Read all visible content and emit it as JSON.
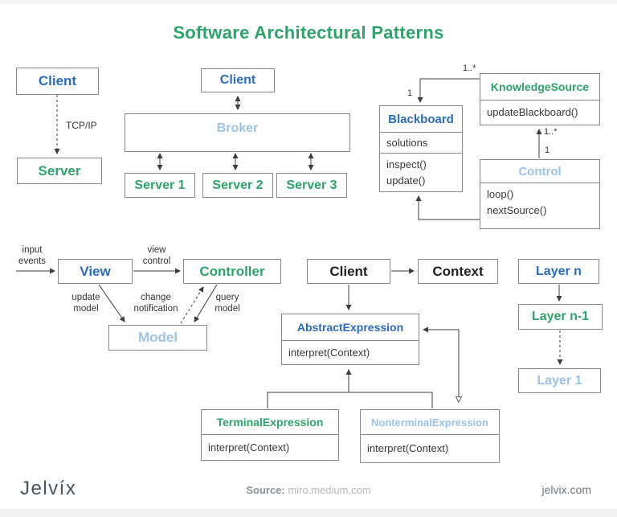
{
  "page": {
    "title": "Software Architectural Patterns"
  },
  "palette": {
    "green": "#2fa36b",
    "blue": "#2b6db8",
    "light_blue": "#9dc3e6",
    "dark_text": "#222222",
    "line": "#3d3d3d",
    "box_border": "#8a8a8a"
  },
  "patterns": {
    "client_server": {
      "client": "Client",
      "link_label": "TCP/IP",
      "server": "Server"
    },
    "broker": {
      "client": "Client",
      "broker": "Broker",
      "servers": [
        "Server 1",
        "Server 2",
        "Server 3"
      ]
    },
    "blackboard": {
      "blackboard": {
        "title": "Blackboard",
        "attribute": "solutions",
        "methods": [
          "inspect()",
          "update()"
        ]
      },
      "knowledge_source": {
        "title": "KnowledgeSource",
        "methods": [
          "updateBlackboard()"
        ]
      },
      "control": {
        "title": "Control",
        "methods": [
          "loop()",
          "nextSource()"
        ]
      },
      "multiplicity": {
        "blackboard_side": "1",
        "knowledge_top": "1..*",
        "knowledge_bottom": "1..*",
        "control_side": "1"
      }
    },
    "mvc": {
      "view": "View",
      "controller": "Controller",
      "model": "Model",
      "labels": {
        "input_events": "input\nevents",
        "view_control": "view\ncontrol",
        "update_model": "update\nmodel",
        "change_notification": "change\nnotification",
        "query_model": "query\nmodel"
      }
    },
    "interpreter": {
      "client": "Client",
      "context": "Context",
      "abstract": {
        "title": "AbstractExpression",
        "method": "interpret(Context)"
      },
      "terminal": {
        "title": "TerminalExpression",
        "method": "interpret(Context)"
      },
      "nonterminal": {
        "title": "NonterminalExpression",
        "method": "interpret(Context)"
      }
    },
    "layers": {
      "items": [
        "Layer n",
        "Layer n-1",
        "Layer 1"
      ]
    }
  },
  "footer": {
    "logo": "Jelvíx",
    "source_label": "Source:",
    "source_value": " miro.medium.com",
    "site": "jelvix.com"
  }
}
